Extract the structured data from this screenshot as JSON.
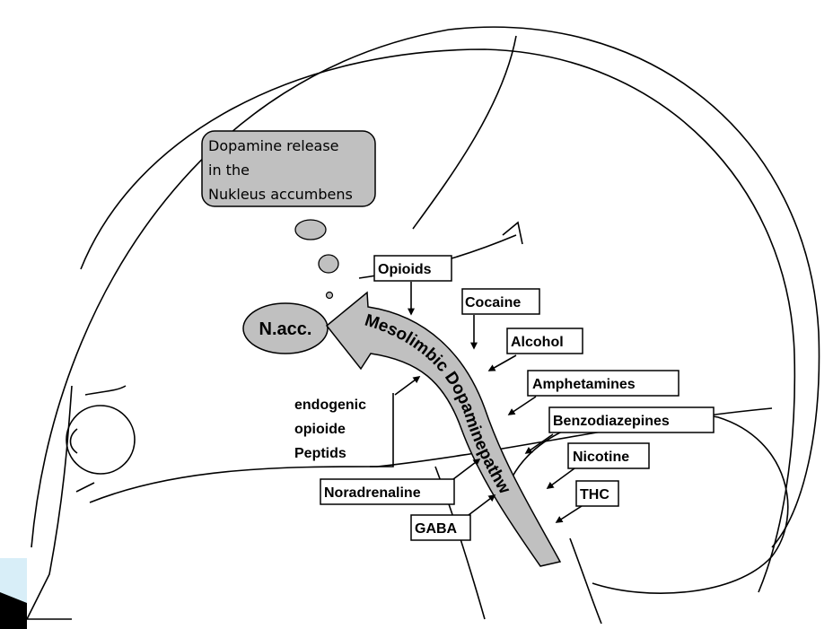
{
  "thought_bubble": {
    "lines": [
      "Dopamine release",
      "in the",
      "Nukleus accumbens"
    ],
    "fill": "#c0c0c0"
  },
  "nucleus_label": "N.acc.",
  "pathway_label": "Mesolimbic Dopaminepathw",
  "pathway_fill": "#c0c0c0",
  "endogenous_label": [
    "endogenic",
    "opioide",
    "Peptids"
  ],
  "substances": {
    "opioids": "Opioids",
    "cocaine": "Cocaine",
    "alcohol": "Alcohol",
    "amphetamines": "Amphetamines",
    "benzodiazepines": "Benzodiazepines",
    "nicotine": "Nicotine",
    "thc": "THC",
    "noradrenaline": "Noradrenaline",
    "gaba": "GABA"
  }
}
